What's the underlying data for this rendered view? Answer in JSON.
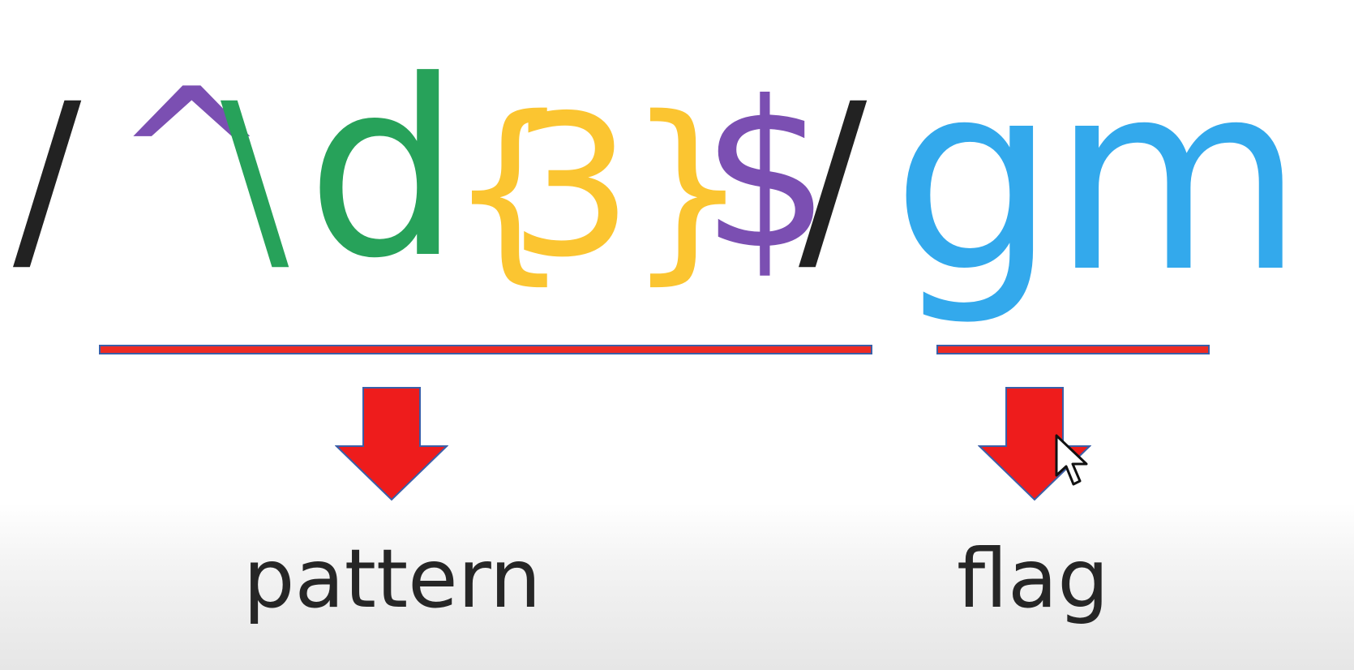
{
  "regex": {
    "open_slash": "/",
    "anchor_start": "^",
    "backslash": "\\",
    "digit": "d",
    "brace_open": "{",
    "count": "3",
    "brace_close": "}",
    "anchor_end": "$",
    "close_slash": "/",
    "flags": "gm"
  },
  "labels": {
    "pattern": "pattern",
    "flag": "flag"
  },
  "colors": {
    "slash": "#222222",
    "anchor": "#7b4fb2",
    "digit_class": "#27a25a",
    "quantifier": "#fbc531",
    "flags": "#33a9ec",
    "underline_fill": "#ee2b24",
    "underline_border": "#3b5fa8",
    "arrow_fill": "#ee1c1c",
    "arrow_border": "#3b5fa8",
    "label_text": "#262626"
  },
  "icons": {
    "arrow": "down-arrow-icon",
    "cursor": "mouse-pointer-icon"
  }
}
